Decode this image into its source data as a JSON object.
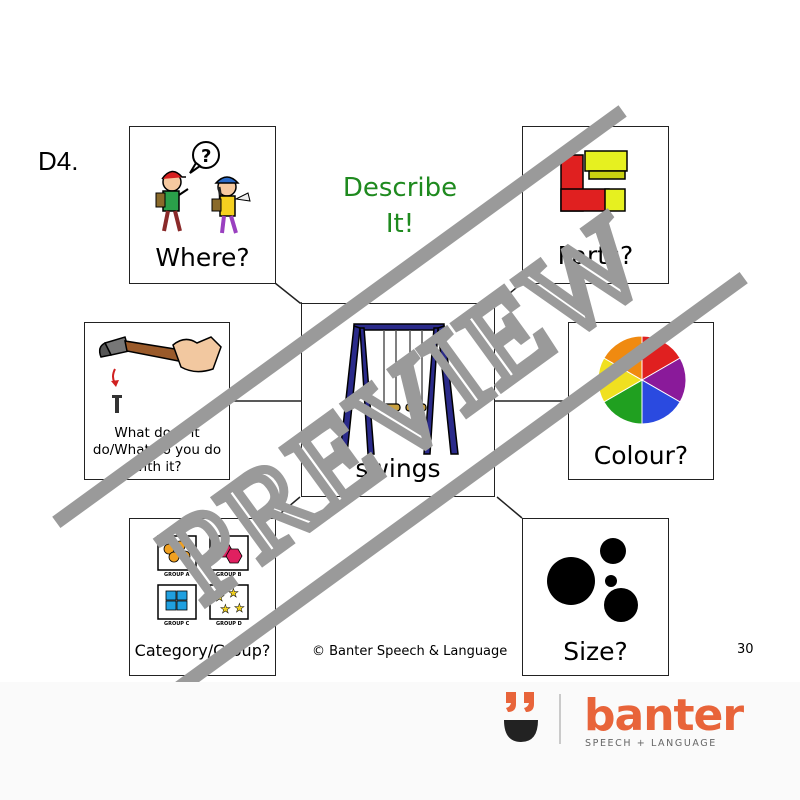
{
  "sheet": {
    "id": "D4.",
    "title_line1": "Describe",
    "title_line2": "It!"
  },
  "cards": {
    "where": "Where?",
    "parts": "Parts?",
    "function": {
      "line1": "What does it",
      "line2": "do/What do you do",
      "line3": "with it?"
    },
    "colour": "Colour?",
    "category": "Category/Group?",
    "size": "Size?",
    "center": "swings"
  },
  "category_groups": [
    "GROUP A",
    "GROUP B",
    "GROUP C",
    "GROUP D"
  ],
  "watermark": "PREVIEW",
  "copyright": "© Banter Speech & Language",
  "page_number": "30",
  "brand": {
    "name": "banter",
    "tagline": "SPEECH + LANGUAGE"
  },
  "colors": {
    "title_green": "#1f8a1f",
    "brand_orange": "#e8643a",
    "watermark_gray": "#9a9a9a",
    "swing_frame": "#2a2a8a"
  }
}
